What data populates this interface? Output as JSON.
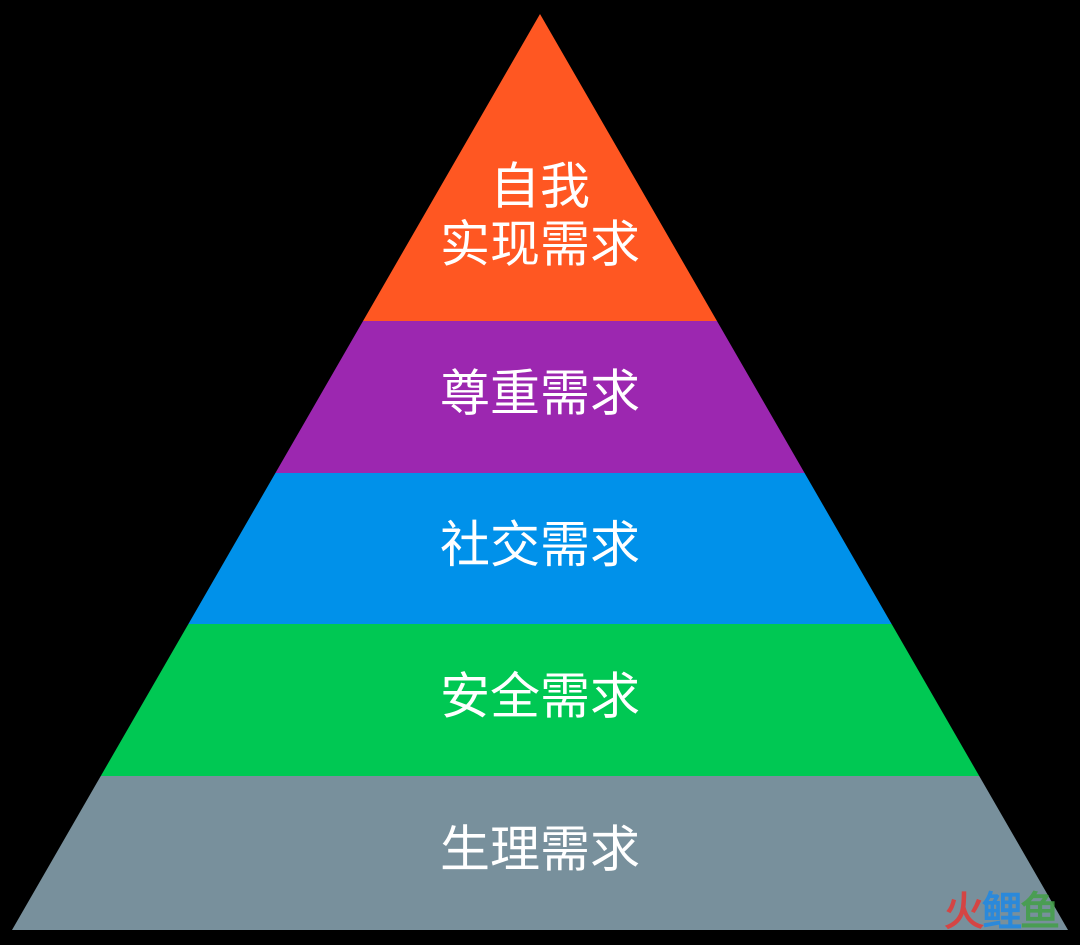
{
  "pyramid": {
    "tiers": [
      {
        "lines": [
          "自我",
          "实现需求"
        ],
        "color": "#FF5722"
      },
      {
        "lines": [
          "尊重需求"
        ],
        "color": "#9C27B0"
      },
      {
        "lines": [
          "社交需求"
        ],
        "color": "#0091EA"
      },
      {
        "lines": [
          "安全需求"
        ],
        "color": "#00C853"
      },
      {
        "lines": [
          "生理需求"
        ],
        "color": "#78909C"
      }
    ]
  },
  "watermark": {
    "chars": [
      {
        "text": "火",
        "color": "#E53935"
      },
      {
        "text": "鲤",
        "color": "#1E88E5"
      },
      {
        "text": "鱼",
        "color": "#43A047"
      }
    ]
  }
}
